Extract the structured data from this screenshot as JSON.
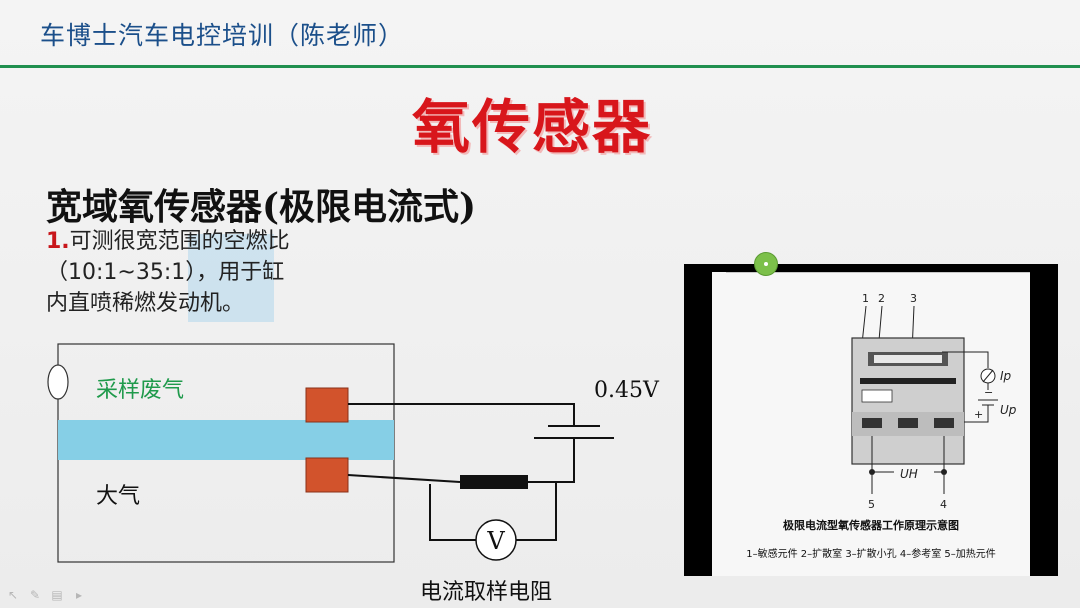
{
  "header": {
    "title": "车博士汽车电控培训（陈老师）",
    "accent_color": "#1f8f4e",
    "title_color": "#1b4f8a"
  },
  "slide": {
    "title": "氧传感器",
    "title_color": "#d8161b",
    "subtitle": "宽域氧传感器(极限电流式)",
    "point_number": "1.",
    "point_lines": [
      "可测很宽范围的空燃比",
      "（10:1~35:1），用于缸",
      "内直喷稀燃发动机。"
    ]
  },
  "diagram": {
    "exhaust_label": "采样废气",
    "atmosphere_label": "大气",
    "voltage_label": "0.45V",
    "voltmeter_label": "V",
    "resistor_label": "电流取样电阻",
    "exhaust_label_color": "#1f9a4b"
  },
  "photo": {
    "part_numbers": [
      "1",
      "2",
      "3",
      "5",
      "4"
    ],
    "ip_label": "Ip",
    "up_label": "Up",
    "uh_label": "UH",
    "caption": "极限电流型氧传感器工作原理示意图",
    "legend": "1–敏感元件 2–扩散室 3–扩散小孔 4–参考室 5–加热元件"
  },
  "toolbar": {
    "icons": [
      "pointer-icon",
      "pen-icon",
      "menu-icon",
      "next-icon"
    ]
  }
}
